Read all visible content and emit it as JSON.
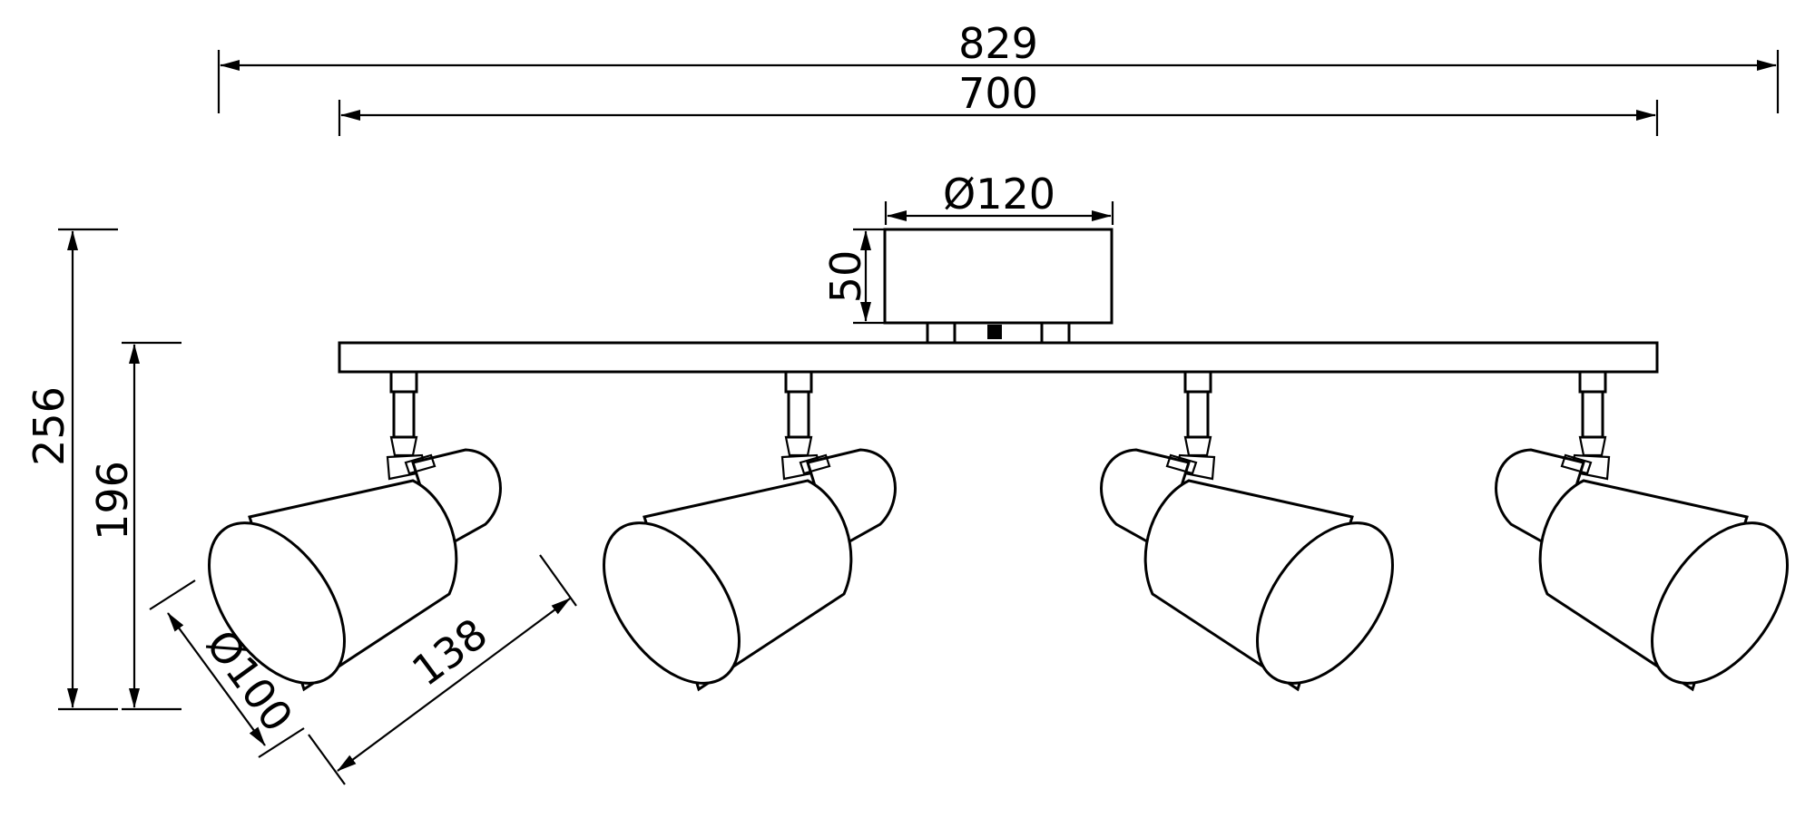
{
  "dimensions": {
    "total_length": "829",
    "bar_length": "700",
    "canopy_diameter": "Ø120",
    "canopy_height": "50",
    "total_height": "256",
    "bar_to_bottom_height": "196",
    "shade_diameter": "Ø100",
    "shade_length": "138"
  },
  "colors": {
    "line": "#000000",
    "background": "#ffffff"
  }
}
